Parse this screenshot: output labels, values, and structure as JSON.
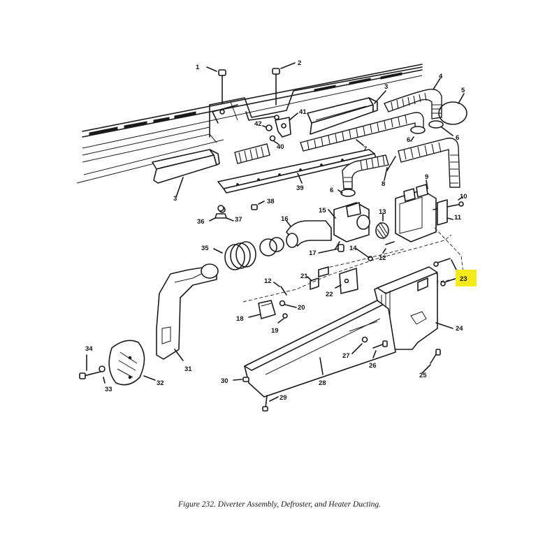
{
  "figure": {
    "caption": "Figure 232.  Diverter Assembly, Defroster, and Heater Ducting."
  },
  "callouts": {
    "c1": "1",
    "c2": "2",
    "c3a": "3",
    "c3b": "3",
    "c4": "4",
    "c5": "5",
    "c6a": "6",
    "c6b": "6",
    "c6c": "6",
    "c7": "7",
    "c8": "8",
    "c9": "9",
    "c10": "10",
    "c11": "11",
    "c12a": "12",
    "c12b": "12",
    "c13": "13",
    "c14": "14",
    "c15": "15",
    "c16": "16",
    "c17": "17",
    "c18": "18",
    "c19": "19",
    "c20": "20",
    "c21": "21",
    "c22": "22",
    "c23": "23",
    "c24": "24",
    "c25": "25",
    "c26": "26",
    "c27": "27",
    "c28": "28",
    "c29": "29",
    "c30": "30",
    "c31": "31",
    "c32": "32",
    "c33": "33",
    "c34": "34",
    "c35": "35",
    "c36": "36",
    "c37": "37",
    "c38": "38",
    "c39": "39",
    "c40": "40",
    "c41": "41",
    "c42": "42"
  },
  "highlight": {
    "callout": "23",
    "color": "#f6ea1b"
  }
}
